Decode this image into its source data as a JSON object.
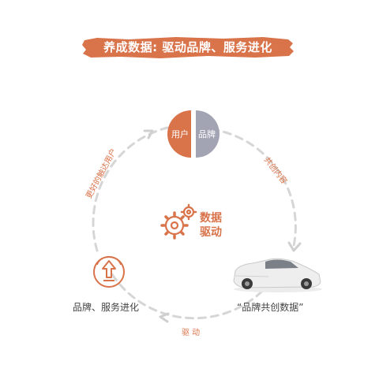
{
  "banner": {
    "title": "养成数据: 驱动品牌、服务进化"
  },
  "top_node": {
    "left_label": "用户",
    "right_label": "品牌"
  },
  "arcs": {
    "right": "共创内容",
    "left": "更好的触达用户",
    "bottom": "驱 动"
  },
  "center": {
    "line1": "数据",
    "line2": "驱动",
    "icon": "gears-icon"
  },
  "left_node": {
    "label": "品牌、服务进化",
    "icon": "upgrade-arrow-icon"
  },
  "right_node": {
    "label": "“品牌共创数据”",
    "icon": "car-image"
  },
  "colors": {
    "accent": "#d9734a",
    "gray": "#a2a4b3",
    "dash": "#d6d6d6"
  }
}
